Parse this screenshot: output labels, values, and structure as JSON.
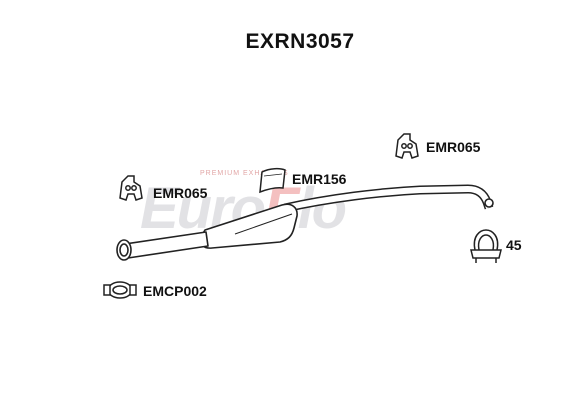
{
  "diagram": {
    "part_number": "EXRN3057",
    "watermark": {
      "brand": "EuroFlo",
      "tagline": "PREMIUM EXHAUSTS"
    },
    "parts": [
      {
        "code": "EMR065",
        "icon": "rubber-hanger-icon"
      },
      {
        "code": "EMR156",
        "icon": "heat-shield-icon"
      },
      {
        "code": "EMR065",
        "icon": "rubber-hanger-icon"
      },
      {
        "code": "45",
        "icon": "u-bolt-clamp-icon"
      },
      {
        "code": "EMCP002",
        "icon": "pipe-clamp-icon"
      }
    ]
  }
}
